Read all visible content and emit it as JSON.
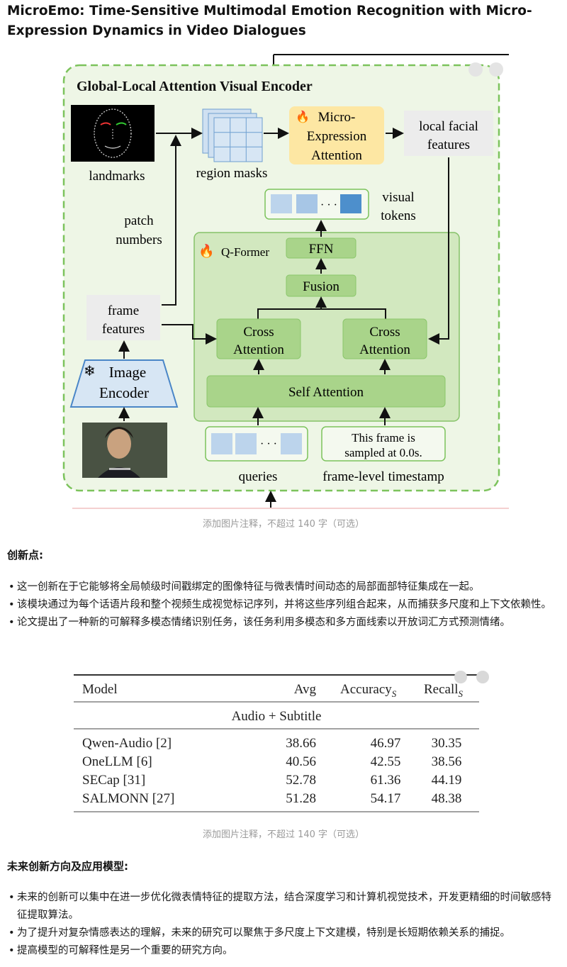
{
  "article": {
    "title": "MicroEmo: Time-Sensitive Multimodal Emotion Recognition with Micro-Expression Dynamics in Video Dialogues"
  },
  "figure1": {
    "encoder_title": "Global-Local Attention Visual Encoder",
    "landmarks": "landmarks",
    "region_masks": "region masks",
    "micro_line1": "Micro-",
    "micro_line2": "Expression",
    "micro_line3": "Attention",
    "local_line1": "local facial",
    "local_line2": "features",
    "visual_line1": "visual",
    "visual_line2": "tokens",
    "patch_line1": "patch",
    "patch_line2": "numbers",
    "qformer": "Q-Former",
    "ffn": "FFN",
    "fusion": "Fusion",
    "frame_line1": "frame",
    "frame_line2": "features",
    "cross": "Cross",
    "attention": "Attention",
    "image_line1": "Image",
    "image_line2": "Encoder",
    "self_attention": "Self Attention",
    "queries": "queries",
    "timestamp_line1": "This frame is",
    "timestamp_line2": "sampled at 0.0s.",
    "timestamp_label": "frame-level timestamp",
    "dots": "· · ·",
    "caption": "添加图片注释，不超过 140 字（可选）",
    "colors": {
      "green_bg": "#e9f4df",
      "green_box": "#a9d48a",
      "dashed": "#6dbd4e",
      "yellow": "#fde7a3",
      "gray": "#ececec",
      "blue_light": "#bcd4ec",
      "blue_dark": "#4d8fcc"
    }
  },
  "innovation": {
    "heading": "创新点:",
    "items": [
      "这一创新在于它能够将全局帧级时间戳绑定的图像特征与微表情时间动态的局部面部特征集成在一起。",
      "该模块通过为每个话语片段和整个视频生成视觉标记序列，并将这些序列组合起来，从而捕获多尺度和上下文依赖性。",
      "论文提出了一种新的可解释多模态情绪识别任务，该任务利用多模态和多方面线索以开放词汇方式预测情绪。"
    ]
  },
  "table": {
    "headers": [
      "Model",
      "Avg",
      "Accuracy",
      "S",
      "Recall",
      "S"
    ],
    "group": "Audio + Subtitle",
    "rows": [
      {
        "model": "Qwen-Audio [2]",
        "avg": "38.66",
        "acc": "46.97",
        "rec": "30.35"
      },
      {
        "model": "OneLLM [6]",
        "avg": "40.56",
        "acc": "42.55",
        "rec": "38.56"
      },
      {
        "model": "SECap [31]",
        "avg": "52.78",
        "acc": "61.36",
        "rec": "44.19"
      },
      {
        "model": "SALMONN [27]",
        "avg": "51.28",
        "acc": "54.17",
        "rec": "48.38"
      }
    ],
    "caption": "添加图片注释，不超过 140 字（可选）"
  },
  "future": {
    "heading": "未来创新方向及应用模型:",
    "items": [
      "未来的创新可以集中在进一步优化微表情特征的提取方法，结合深度学习和计算机视觉技术，开发更精细的时间敏感特征提取算法。",
      "为了提升对复杂情感表达的理解，未来的研究可以聚焦于多尺度上下文建模，特别是长短期依赖关系的捕捉。",
      "提高模型的可解释性是另一个重要的研究方向。"
    ]
  }
}
